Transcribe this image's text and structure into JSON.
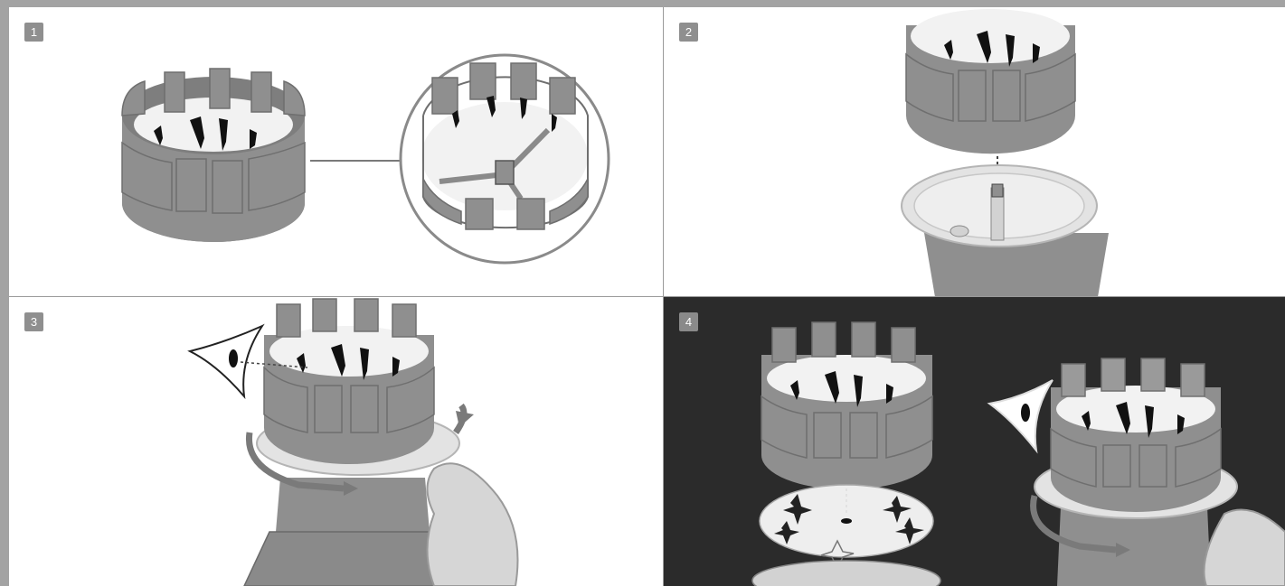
{
  "steps": [
    {
      "number": "1"
    },
    {
      "number": "2"
    },
    {
      "number": "3"
    },
    {
      "number": "4"
    }
  ],
  "colors": {
    "frame": "#a3a3a3",
    "drum": "#8f8f8f",
    "drum_dark": "#7a7a7a",
    "dark_panel": "#2b2b2b",
    "base_light": "#e3e3e3"
  },
  "icons": [
    "eye-icon",
    "rotation-arrow-icon",
    "star-disc",
    "hand",
    "ballerina-strip"
  ]
}
